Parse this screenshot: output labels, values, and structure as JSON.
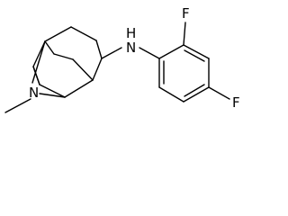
{
  "molecule": {
    "atoms": {
      "nh": "N",
      "h_on_n": "H",
      "ring_n": "N",
      "f_ortho": "F",
      "f_para": "F"
    },
    "colors": {
      "bond": "#000000",
      "label": "#000000",
      "background": "#ffffff"
    }
  }
}
